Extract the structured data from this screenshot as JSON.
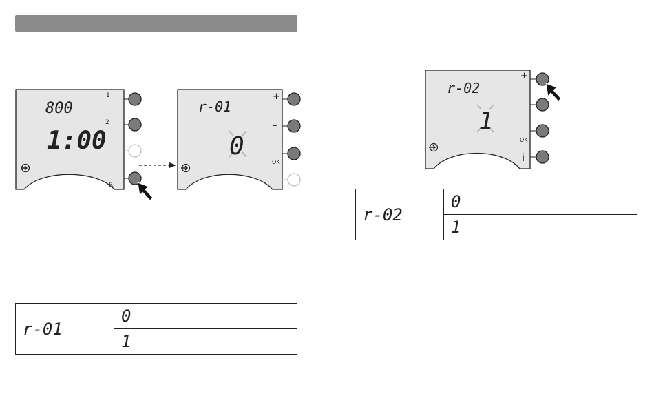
{
  "panel1": {
    "line1": "800",
    "line2": "1:00",
    "labels": {
      "b1": "1",
      "b2": "2",
      "b4": "R"
    }
  },
  "panel2": {
    "code": "r-01",
    "value": "0",
    "labels": {
      "b1": "+",
      "b2": "–",
      "b3": "OK"
    }
  },
  "panel3": {
    "code": "r-02",
    "value": "1",
    "labels": {
      "b1": "+",
      "b2": "–",
      "b3": "OK",
      "b4": "i"
    }
  },
  "table_left": {
    "code": "r-01",
    "values": [
      "0",
      "1"
    ]
  },
  "table_right": {
    "code": "r-02",
    "values": [
      "0",
      "1"
    ]
  },
  "colors": {
    "header_bar": "#8b8b8b",
    "button_active": "#7a7a7a",
    "lcd": "#e6e6e6"
  },
  "icons": [
    "enter-arrow-icon",
    "pointer-hand-icon",
    "dashed-arrow-icon"
  ]
}
